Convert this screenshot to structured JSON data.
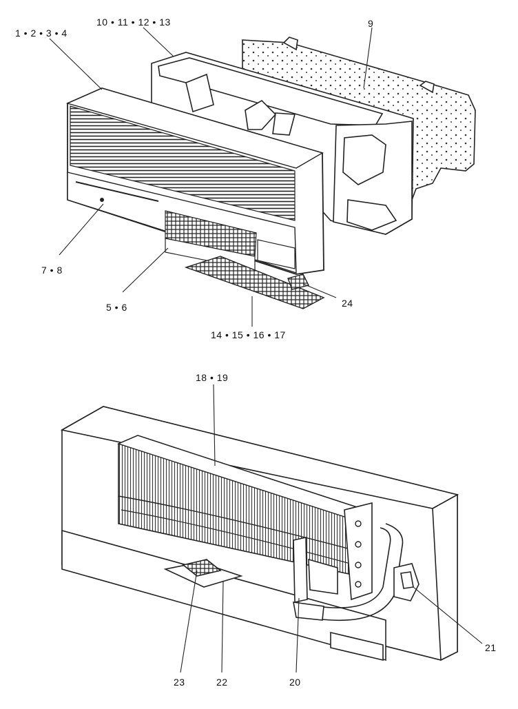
{
  "callouts": {
    "c1": "1 • 2 • 3 • 4",
    "c2": "10 • 11 • 12 • 13",
    "c3": "9",
    "c4": "7 • 8",
    "c5": "5 • 6",
    "c6": "24",
    "c7": "14 • 15 • 16 • 17",
    "c8": "18 • 19",
    "c9": "21",
    "c10": "23",
    "c11": "22",
    "c12": "20"
  }
}
